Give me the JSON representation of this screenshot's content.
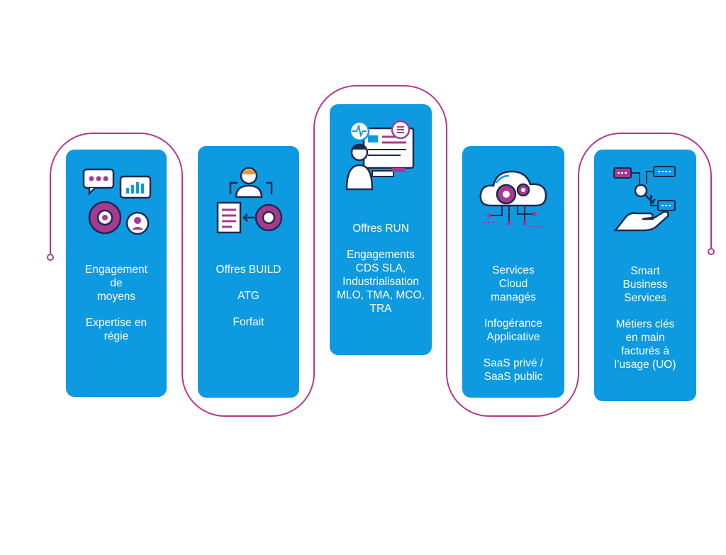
{
  "colors": {
    "card": "#0e9ae0",
    "line": "#b4388f",
    "magenta": "#a63a92",
    "navy": "#1c2a4e"
  },
  "cards": [
    {
      "icon": "chat-gear-user-icon",
      "blocks": [
        [
          "Engagement",
          "de",
          "moyens"
        ],
        [
          "Expertise en",
          "régie"
        ]
      ]
    },
    {
      "icon": "person-document-gear-cycle-icon",
      "blocks": [
        [
          "Offres BUILD"
        ],
        [
          "ATG"
        ],
        [
          "Forfait"
        ]
      ]
    },
    {
      "icon": "support-agent-monitor-icon",
      "blocks": [
        [
          "Offres RUN"
        ],
        [
          "Engagements",
          "CDS SLA,",
          "Industrialisation",
          "MLO, TMA, MCO,",
          "TRA"
        ]
      ]
    },
    {
      "icon": "cloud-gear-circuit-icon",
      "blocks": [
        [
          "Services",
          "Cloud",
          "managés"
        ],
        [
          "Infogérance",
          "Applicative"
        ],
        [
          "SaaS privé /",
          "SaaS public"
        ]
      ]
    },
    {
      "icon": "hand-key-network-icon",
      "blocks": [
        [
          "Smart",
          "Business",
          "Services"
        ],
        [
          "Métiers clés",
          "en main",
          "facturés à",
          "l’usage (UO)"
        ]
      ]
    }
  ]
}
